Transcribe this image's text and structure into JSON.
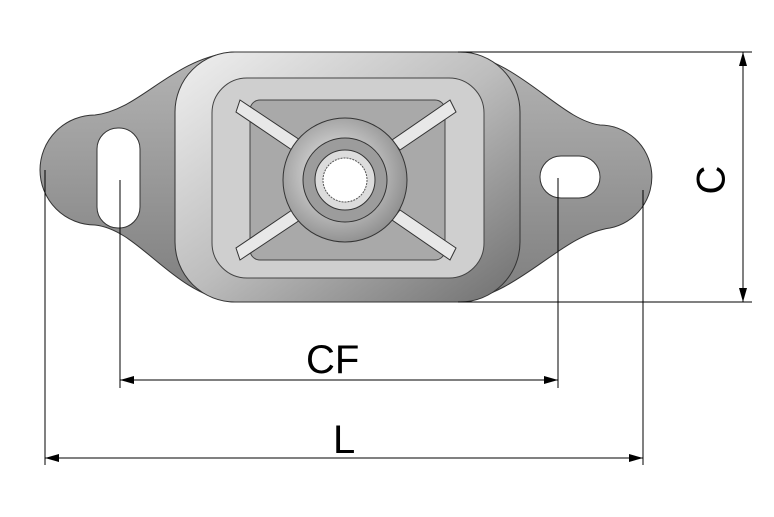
{
  "dimensions": {
    "height_label": "C",
    "hole_spacing_label": "CF",
    "length_label": "L"
  },
  "colors": {
    "flange": "#9a9a9a",
    "body_light": "#d8d8d8",
    "body_dark": "#7a7a7a",
    "line": "#000000"
  }
}
